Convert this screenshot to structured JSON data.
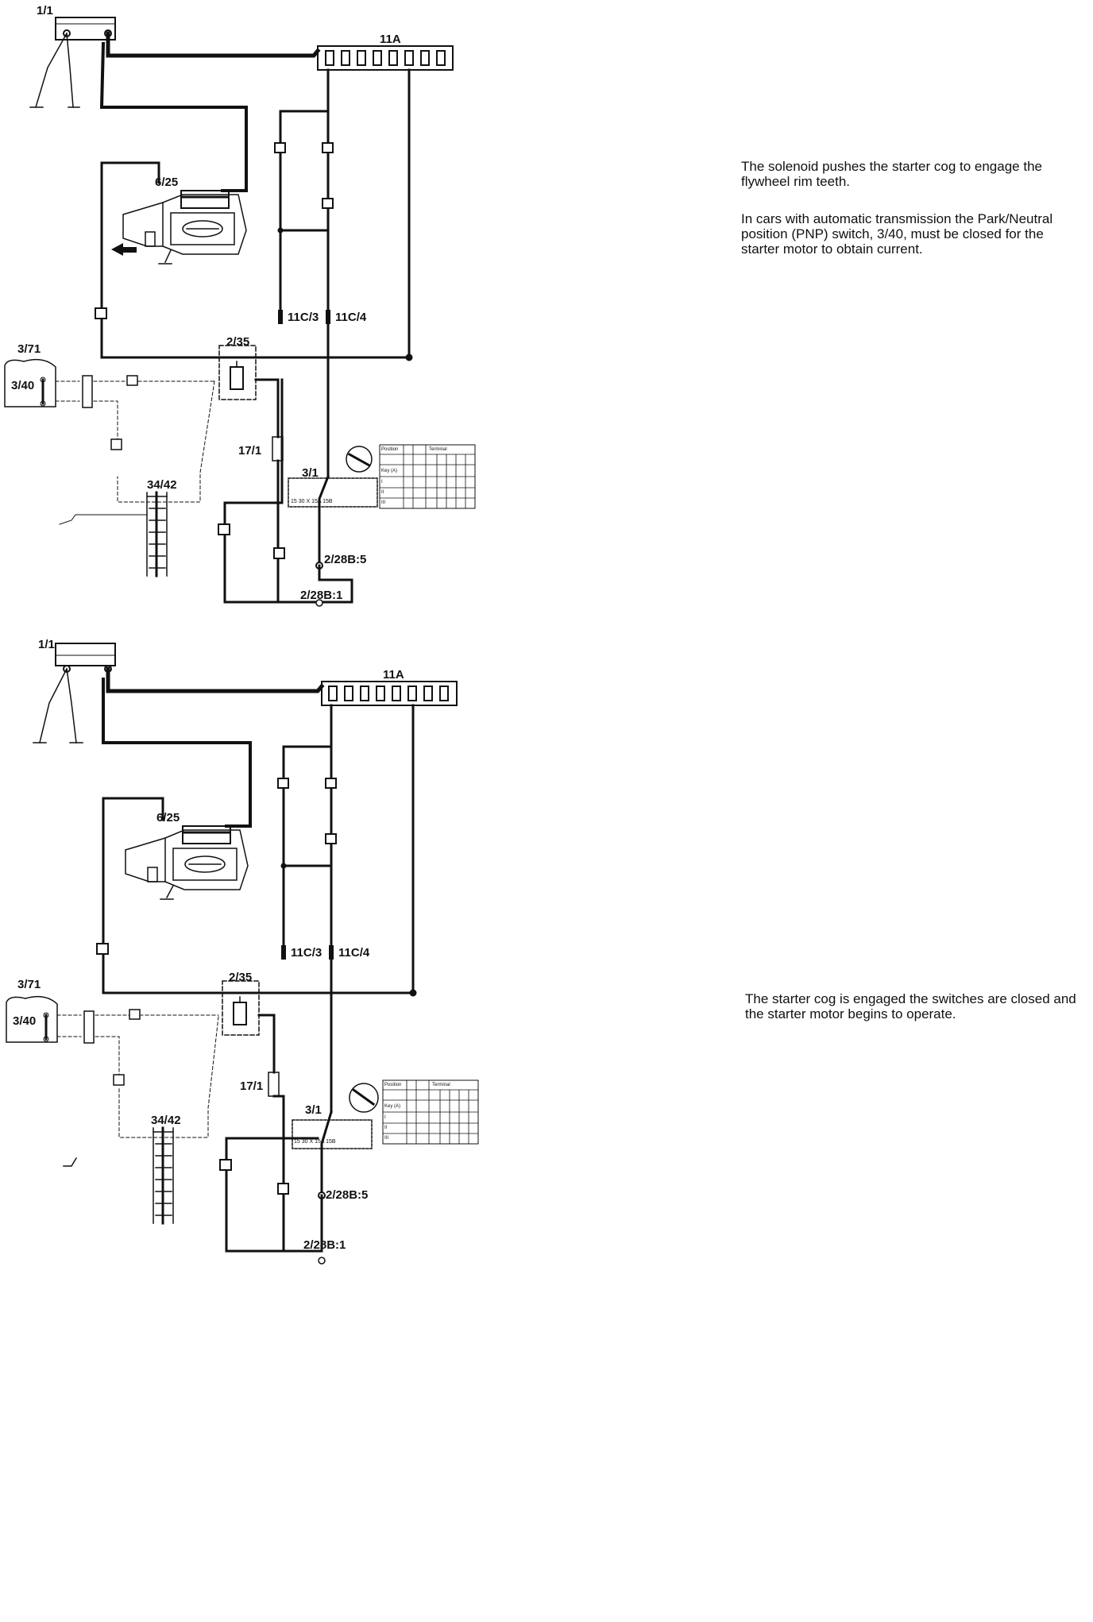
{
  "panels": [
    {
      "labels": {
        "ground_pts": "1/1",
        "fuse_box": "11A",
        "starter": "6/25",
        "conn_11c3": "11C/3",
        "conn_11c4": "11C/4",
        "box_3_71": "3/71",
        "pnp_switch": "3/40",
        "relay_2_35": "2/35",
        "comp_17_1": "17/1",
        "ignition": "3/1",
        "comp_34_42": "34/42",
        "gnd_2_28b_5": "2/28B:5",
        "gnd_2_28b_1": "2/28B:1"
      },
      "ignition_key_table": {
        "header_left": "Position",
        "header_right": "Terminal",
        "rows": [
          "Key (A)",
          "I",
          "II",
          "III"
        ]
      },
      "ignition_terminals": "15  30  X  15A 15B"
    },
    {
      "labels": {
        "ground_pts": "1/1",
        "fuse_box": "11A",
        "starter": "6/25",
        "conn_11c3": "11C/3",
        "conn_11c4": "11C/4",
        "box_3_71": "3/71",
        "pnp_switch": "3/40",
        "relay_2_35": "2/35",
        "comp_17_1": "17/1",
        "ignition": "3/1",
        "comp_34_42": "34/42",
        "gnd_2_28b_5": "2/28B:5",
        "gnd_2_28b_1": "2/28B:1"
      },
      "ignition_key_table": {
        "header_left": "Position",
        "header_right": "Terminal",
        "rows": [
          "Key (A)",
          "I",
          "II",
          "III"
        ]
      },
      "ignition_terminals": "15  30  X  15A 15B"
    }
  ],
  "notes": {
    "top_p1": "The solenoid pushes the starter cog to engage the flywheel rim teeth.",
    "top_p2": "In cars with automatic transmission the Park/Neutral position (PNP) switch, 3/40, must be closed for the starter motor to obtain current.",
    "bottom_p1": "The starter cog is engaged the switches are closed and the starter motor begins to operate."
  }
}
